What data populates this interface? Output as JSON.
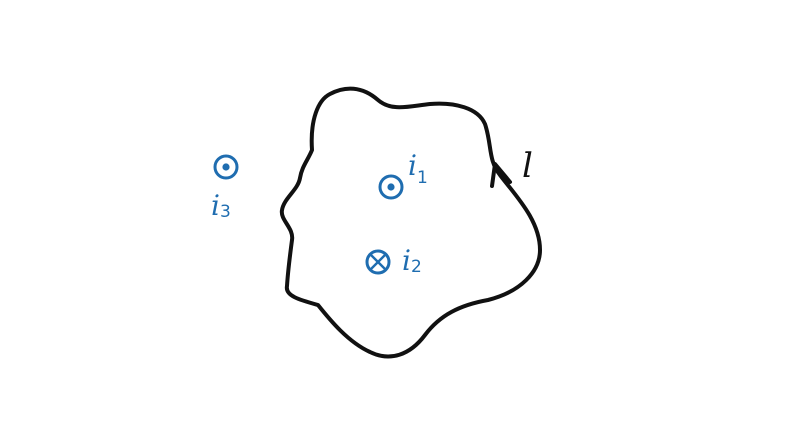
{
  "colors": {
    "loop": "#111111",
    "current": "#1f6db0"
  },
  "loop": {
    "label": "l",
    "direction": "counterclockwise"
  },
  "currents": [
    {
      "symbol": "i",
      "subscript": "1",
      "direction": "out-of-page",
      "icon": "dot-in-circle-icon",
      "enclosed": true
    },
    {
      "symbol": "i",
      "subscript": "2",
      "direction": "into-page",
      "icon": "cross-in-circle-icon",
      "enclosed": true
    },
    {
      "symbol": "i",
      "subscript": "3",
      "direction": "out-of-page",
      "icon": "dot-in-circle-icon",
      "enclosed": false
    }
  ]
}
